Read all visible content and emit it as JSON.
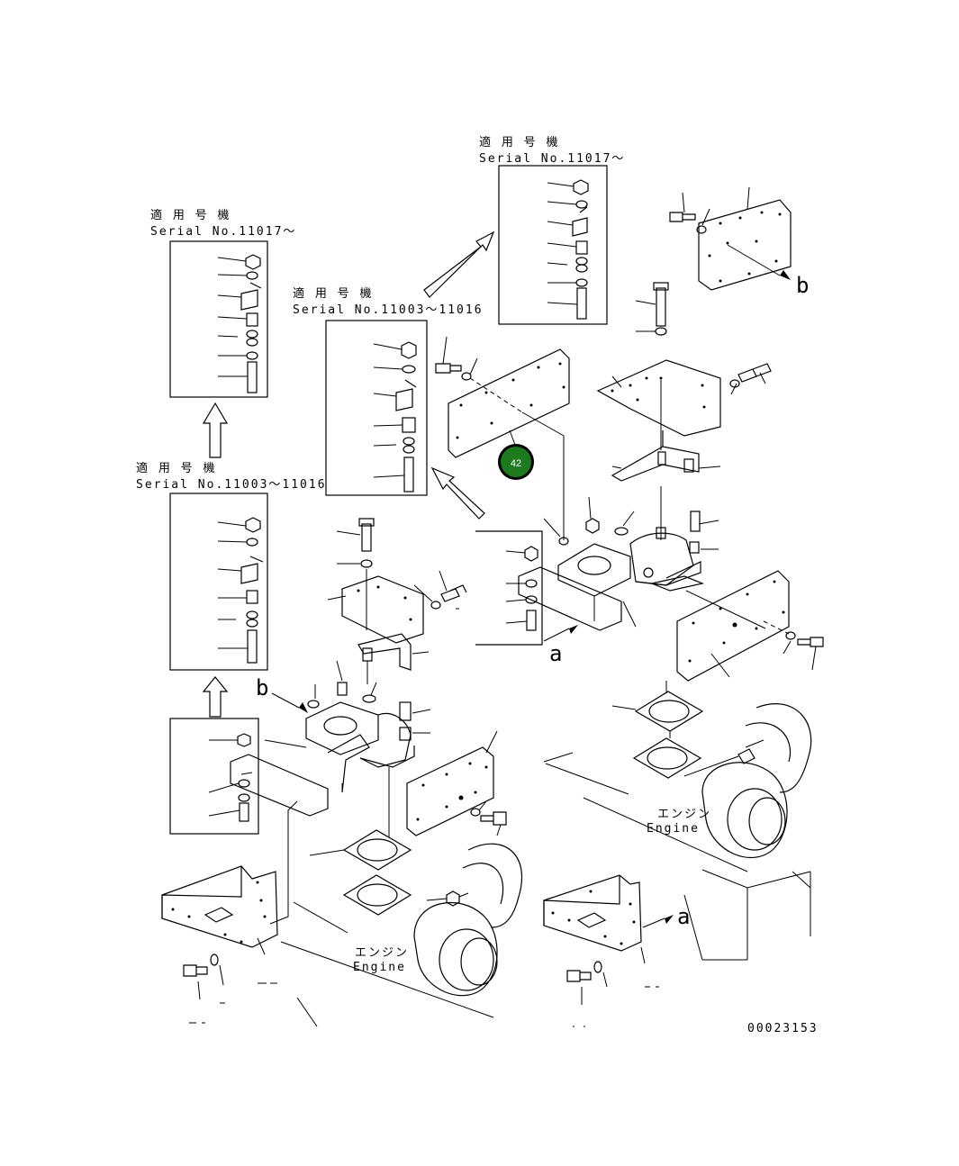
{
  "labels": {
    "applicable_jp": "適 用 号 機",
    "serial_11017": "Serial No.11017～",
    "serial_11003_11016": "Serial No.11003～11016",
    "engine_jp": "エンジン",
    "engine_en": "Engine",
    "ref_a": "a",
    "ref_b": "b",
    "drawing_number": "00023153"
  },
  "callout": {
    "number": "42",
    "color": "#1e7a1e"
  }
}
